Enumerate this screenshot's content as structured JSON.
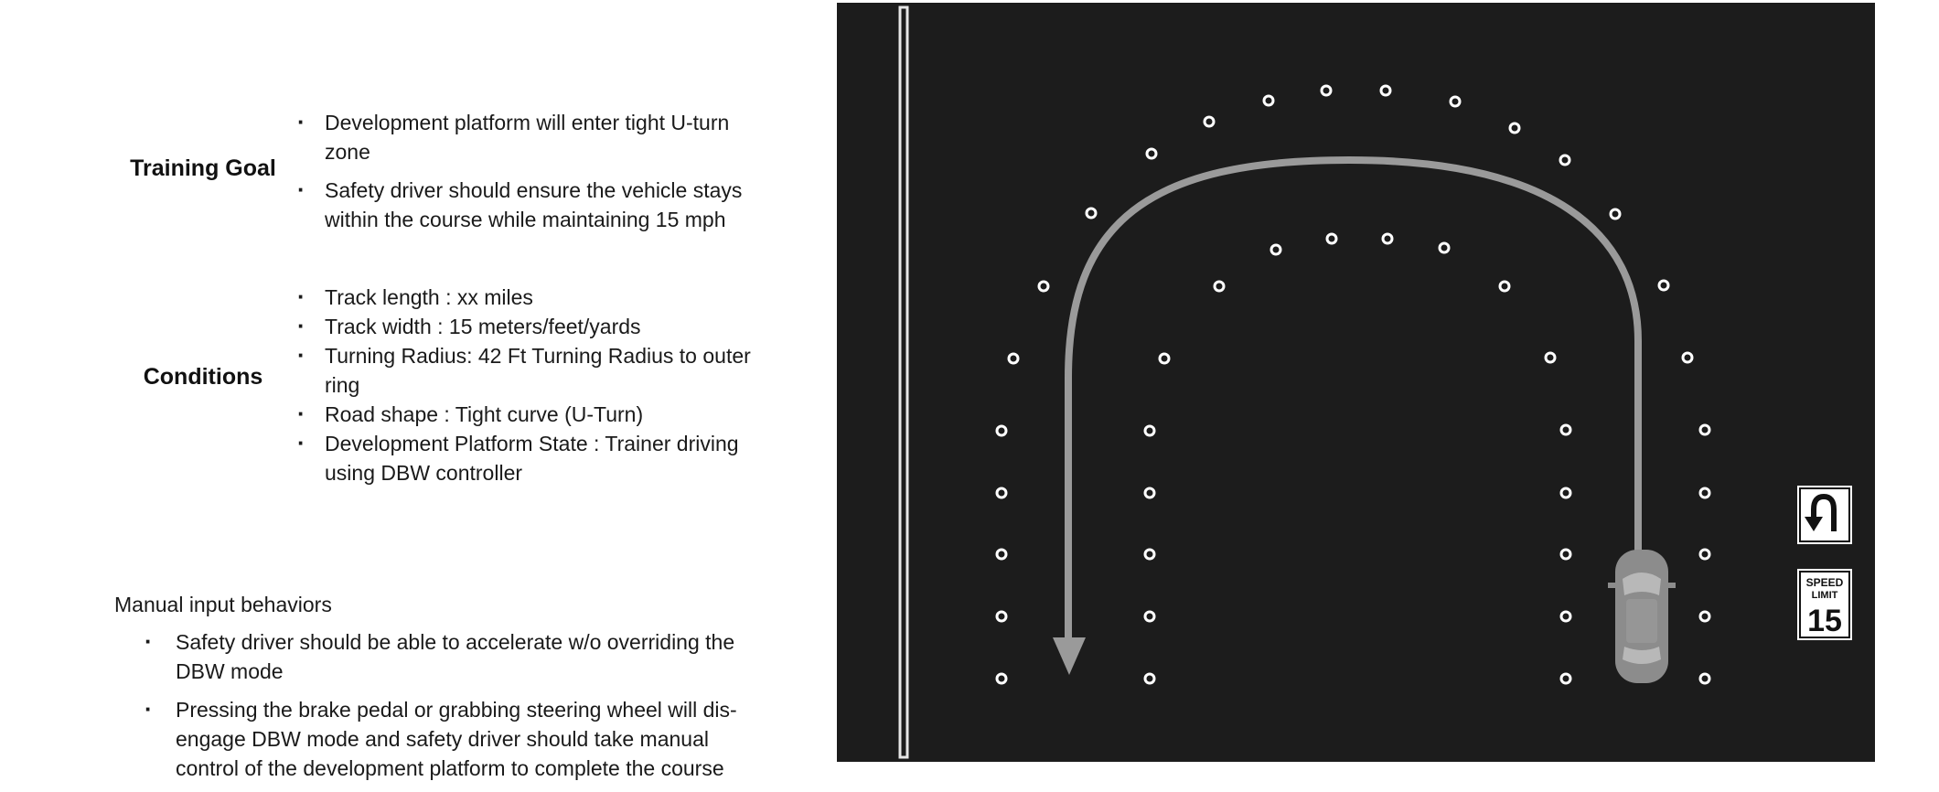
{
  "training_goal": {
    "label": "Training Goal",
    "items": [
      "Development platform will enter tight U-turn zone",
      "Safety driver should ensure the vehicle stays within the course while maintaining 15 mph"
    ]
  },
  "conditions": {
    "label": "Conditions",
    "items": [
      "Track length : xx miles",
      "Track width : 15 meters/feet/yards",
      "Turning Radius: 42 Ft Turning Radius to outer ring",
      "Road shape : Tight curve (U-Turn)",
      "Development Platform State : Trainer driving using DBW controller"
    ]
  },
  "manual_input": {
    "title": "Manual input behaviors",
    "items": [
      "Safety driver should be able to accelerate w/o overriding the DBW mode",
      "Pressing the brake pedal or grabbing steering wheel will dis-engage DBW mode and safety driver should take manual control of the development platform to complete the course"
    ]
  },
  "diagram": {
    "icons": [
      "u-turn-sign-icon",
      "speed-limit-sign-icon",
      "car-icon",
      "traffic-cone-icon"
    ],
    "speed_sign": {
      "line1": "SPEED",
      "line2": "LIMIT",
      "value": "15"
    },
    "colors": {
      "background": "#1c1c1c",
      "path": "#9a9a9a",
      "car": "#8c8c8c",
      "cone": "#ffffff",
      "edge_line": "#e6e6e6"
    }
  }
}
